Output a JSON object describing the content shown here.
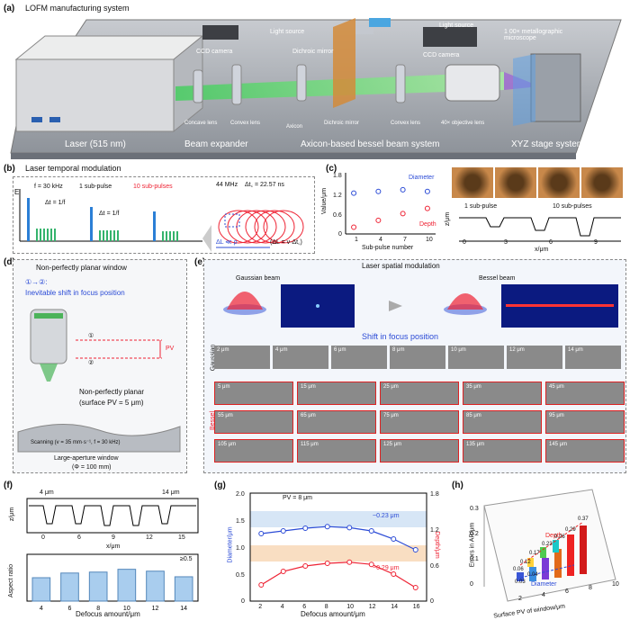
{
  "a": {
    "label": "(a)",
    "title": "LOFM manufacturing system",
    "parts": [
      "Light source",
      "Light source",
      "1 00× metallographic microscope",
      "CCD camera",
      "Dichroic mirror",
      "CCD camera",
      "Concave lens",
      "Convex lens",
      "Axicon",
      "Dichroic mirror",
      "Convex lens",
      "40× objective lens"
    ],
    "captions": [
      "Laser (515 nm)",
      "Beam expander",
      "Axicon-based bessel beam system",
      "XYZ stage system"
    ]
  },
  "b": {
    "label": "(b)",
    "title": "Laser temporal modulation",
    "e_axis": "E",
    "f1": "f = 30 kHz",
    "sub1": "1 sub-pulse",
    "sub10": "10 sub-pulses",
    "dt1": "Δt = 1/f",
    "dt2": "Δt = 1/f",
    "mhz": "44 MHz",
    "dtc": "Δt꜀ = 22.57 ns",
    "dl": "ΔL ≪ ρ",
    "dl2": "(ΔL = ν·Δt꜀)"
  },
  "c": {
    "label": "(c)",
    "ylabel": "Value/μm",
    "xlabel": "Sub-pulse number",
    "yticks": [
      "1.8",
      "1.2",
      "0.6",
      "0"
    ],
    "xticks": [
      "1",
      "4",
      "7",
      "10"
    ],
    "diameter": "Diameter",
    "depth": "Depth",
    "sub1": "1 sub-pulse",
    "sub10": "10 sub-pulses",
    "z_label": "z/μm",
    "x_label": "x/μm",
    "xticks2": [
      "0",
      "3",
      "6",
      "9"
    ],
    "chart_data": {
      "type": "scatter",
      "x": [
        1,
        4,
        7,
        10
      ],
      "series": [
        {
          "name": "Diameter",
          "values": [
            1.2,
            1.25,
            1.3,
            1.25
          ]
        },
        {
          "name": "Depth",
          "values": [
            0.2,
            0.4,
            0.6,
            0.75
          ]
        }
      ],
      "ylim": [
        0,
        1.8
      ]
    }
  },
  "d": {
    "label": "(d)",
    "title": "Non-perfectly planar window",
    "shift": "①→②:",
    "shift2": "Inevitable shift in focus position",
    "m1": "①",
    "m2": "②",
    "pv": "PV",
    "np": "Non-perfectly planar",
    "np2": "(surface PV = 5 μm)",
    "scan": "Scanning (v = 35 mm·s⁻¹, f = 30 kHz)",
    "window": "Large-aperture window",
    "window2": "(Φ = 100 mm)"
  },
  "e": {
    "label": "(e)",
    "title": "Laser spatial modulation",
    "gauss": "Gaussian beam",
    "bessel": "Bessel beam",
    "shift": "Shift in focus position",
    "row_gauss": "Gaussian",
    "row_bessel": "Bessel",
    "gauss_cells": [
      "2 μm",
      "4 μm",
      "6 μm",
      "8 μm",
      "10 μm",
      "12 μm",
      "14 μm"
    ],
    "bessel_cells": [
      "5 μm",
      "15 μm",
      "25 μm",
      "35 μm",
      "45 μm",
      "55 μm",
      "65 μm",
      "75 μm",
      "85 μm",
      "95 μm",
      "105 μm",
      "115 μm",
      "125 μm",
      "135 μm",
      "145 μm"
    ]
  },
  "f": {
    "label": "(f)",
    "l4": "4 μm",
    "l14": "14 μm",
    "z": "z/μm",
    "x": "x/μm",
    "xticks": [
      "0",
      "6",
      "9",
      "12",
      "15"
    ],
    "ar": "Aspect ratio",
    "xlabel": "Defocus amount/μm",
    "ann": "≥0.5",
    "chart_data": {
      "type": "bar",
      "categories": [
        "4",
        "6",
        "8",
        "10",
        "12",
        "14"
      ],
      "values": [
        0.5,
        0.6,
        0.62,
        0.68,
        0.64,
        0.52
      ],
      "ylim": [
        0,
        1
      ]
    }
  },
  "g": {
    "label": "(g)",
    "ylabel": "Diameter/μm",
    "y2label": "Depth/μm",
    "xlabel": "Defocus amount/μm",
    "pv": "PV = 8 μm",
    "a1": "~0.23 μm",
    "a2": "~0.29 μm",
    "yticks": [
      "2.0",
      "1.5",
      "1.0",
      "0.5",
      "0"
    ],
    "y2ticks": [
      "1.8",
      "1.2",
      "0.6",
      "0"
    ],
    "xticks": [
      "2",
      "4",
      "6",
      "8",
      "10",
      "12",
      "14",
      "16"
    ],
    "chart_data": {
      "type": "line",
      "x": [
        2,
        4,
        6,
        8,
        10,
        12,
        14,
        16
      ],
      "series": [
        {
          "name": "Diameter",
          "values": [
            1.25,
            1.3,
            1.35,
            1.38,
            1.36,
            1.3,
            1.15,
            0.95
          ]
        },
        {
          "name": "Depth",
          "values": [
            0.3,
            0.55,
            0.65,
            0.7,
            0.72,
            0.68,
            0.5,
            0.25
          ]
        }
      ],
      "ylim": [
        0,
        2.0
      ]
    }
  },
  "h": {
    "label": "(h)",
    "zlabel": "Errors in AR/μm",
    "xlabel": "Surface PV of window/μm",
    "depth": "Depth",
    "diam": "Diameter",
    "xticks": [
      "2",
      "4",
      "6",
      "8",
      "10"
    ],
    "zticks": [
      "0.3",
      "0.2",
      "0.1",
      "0"
    ],
    "values": [
      "0.37",
      "0.29",
      "0.26",
      "0.23",
      "0.17",
      "0.12",
      "0.06",
      "0.04",
      "0.03"
    ]
  }
}
